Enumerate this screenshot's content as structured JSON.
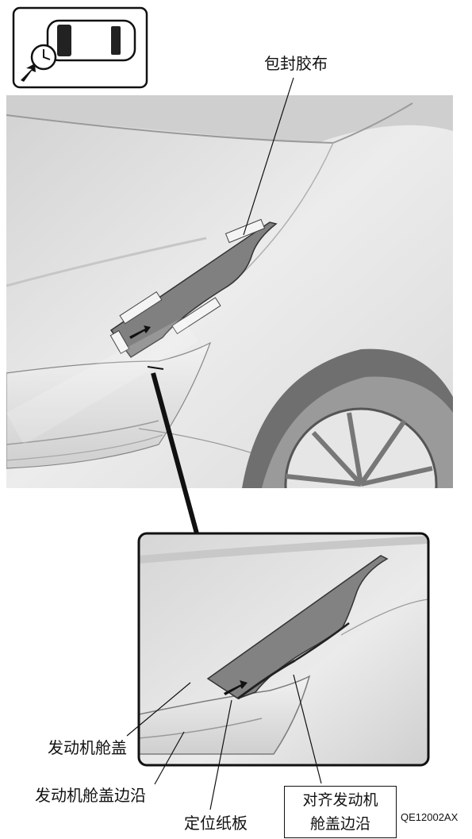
{
  "labels": {
    "sealing_tape": "包封胶布",
    "hood": "发动机舱盖",
    "hood_edge": "发动机舱盖边沿",
    "positioning_board": "定位纸板",
    "align_line1": "对齐发动机",
    "align_line2": "舱盖边沿",
    "figure_code": "QE12002AX"
  },
  "icons": {
    "location": "vehicle-front-left-corner-icon"
  },
  "colors": {
    "line": "#111111",
    "board": "#7f7f7f",
    "tape": "#f4f4f4",
    "body_light": "#e4e4e4",
    "body_dark": "#b8b8b8"
  }
}
